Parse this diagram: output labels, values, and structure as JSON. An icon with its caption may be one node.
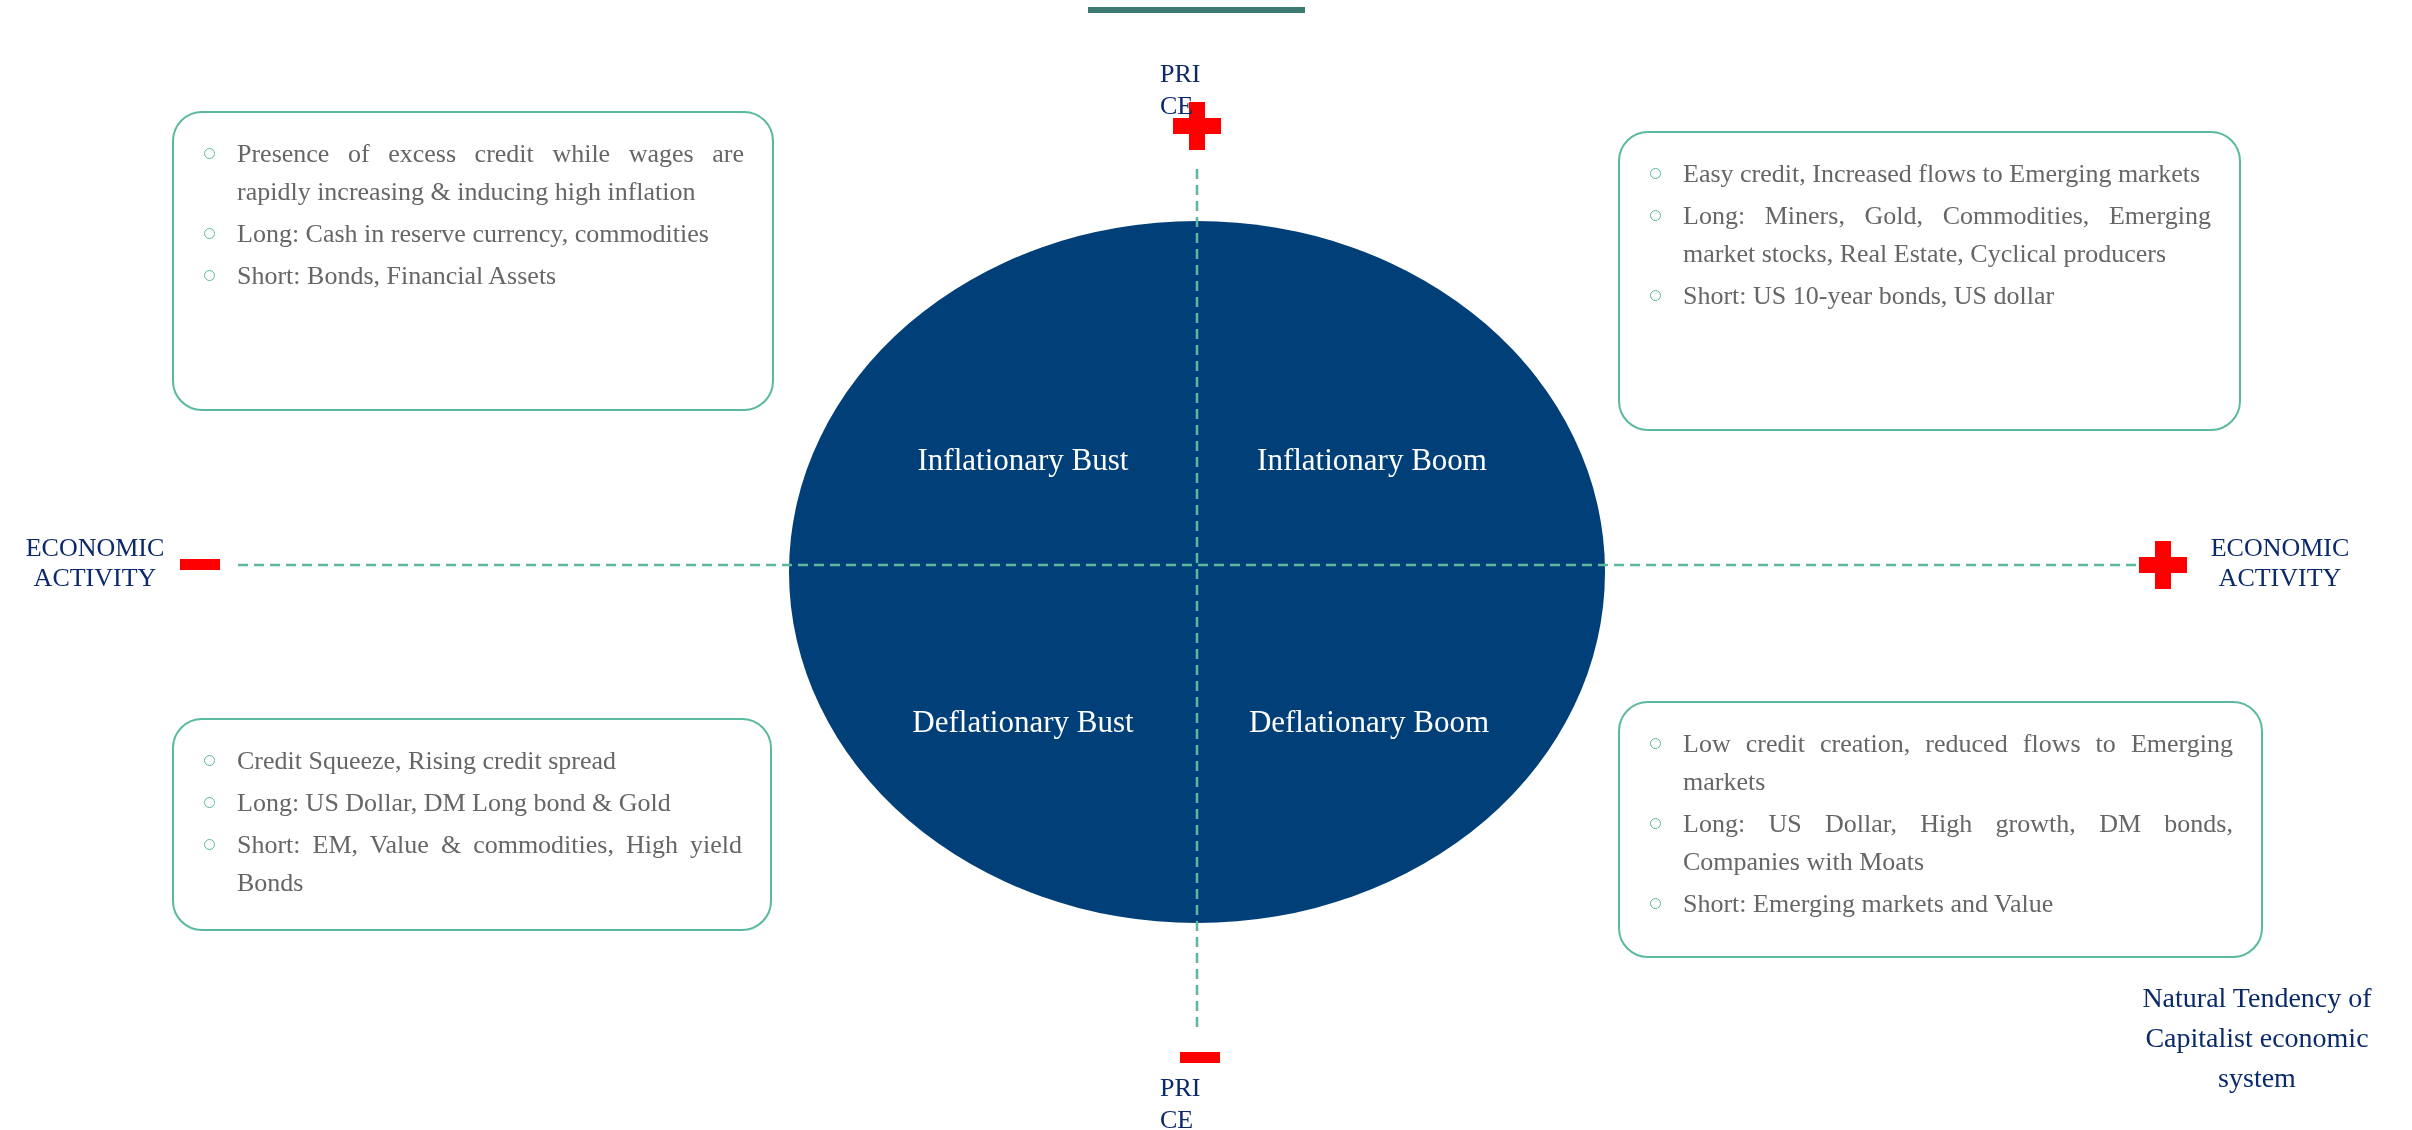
{
  "diagram": {
    "caption": "Natural Tendency of Capitalist economic system",
    "nodes": [
      {
        "text": [
          "Inflationary Bust",
          "Inflationary Boom",
          "Deflationary Bust",
          "Deflationary Boom"
        ]
      },
      {
        "text": [
          "Presence of excess credit while wages are rapidly increasing & inducing high inflation",
          "Long: Cash in reserve currency, commodities",
          "Short: Bonds, Financial Assets"
        ]
      },
      {
        "text": [
          "Easy credit, Increased flows to Emerging markets",
          "Long: Miners, Gold, Commodities, Emerging market stocks, Real Estate, Cyclical producers",
          "Short: US 10-year bonds, US dollar"
        ]
      },
      {
        "text": [
          "Credit Squeeze, Rising credit spread",
          "Long: US Dollar, DM Long bond & Gold",
          "Short: EM, Value & commodities, High yield Bonds"
        ]
      },
      {
        "text": [
          "Low credit creation, reduced flows to Emerging markets",
          "Long: US Dollar, High growth, DM bonds, Companies with Moats",
          "Short: Emerging markets and Value"
        ]
      }
    ],
    "labels": [
      "PRICE",
      "ECONOMIC ACTIVITY",
      "ECONOMIC ACTIVITY",
      "PRICE"
    ]
  }
}
